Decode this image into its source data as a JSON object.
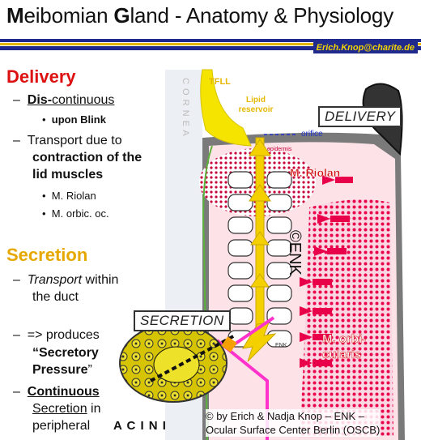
{
  "title": {
    "M": "M",
    "rest1": "eibomian ",
    "G": "G",
    "rest2": "land - Anatomy & Physiology"
  },
  "author_tag": "Erich.Knop@charite.de",
  "delivery": {
    "heading": "Delivery",
    "dash1_u": "Dis-",
    "dash1_rest": "continuous",
    "bullet1": "upon Blink",
    "dash2_a": "Transport due to",
    "dash2_b": "contraction of the",
    "dash2_c": "lid muscles",
    "bullet2": "M. Riolan",
    "bullet3": "M. orbic. oc."
  },
  "secretion": {
    "heading": "Secretion",
    "dash1_a": "Transport",
    "dash1_b": " within",
    "dash1_c": "the duct",
    "dash2_a": "=> produces",
    "dash2_b": "“Secretory",
    "dash2_c": "Pressure",
    "dash2_d": "”",
    "dash3_a": "Continuous",
    "dash3_b": "Secretion",
    "dash3_c": " in",
    "dash3_d": "peripheral",
    "acini": "A C I N I"
  },
  "diagram": {
    "cornea": "C O R N E A",
    "tfll": "TFLL",
    "lipid_reservoir": "Lipid reservoir",
    "orifice": "orifice",
    "epidermis": "epidermis",
    "delivery_box": "DELIVERY",
    "secretion_box": "SECRETION",
    "m_riolan": "M. Riolan",
    "m_orbi": "M. orbi-",
    "cularis": "cularis",
    "enk_mark": "©ENK",
    "enk_small": "ENK"
  },
  "copyright": {
    "line1": "© by Erich & Nadja Knop – ENK –",
    "line2": "Ocular Surface Center Berlin (OSCB)"
  },
  "colors": {
    "navy": "#1f2a8c",
    "gold": "#e6b800",
    "red": "#d11111",
    "muscle": "#e8004a",
    "duct": "#f5d000",
    "magenta": "#ff33cc"
  }
}
